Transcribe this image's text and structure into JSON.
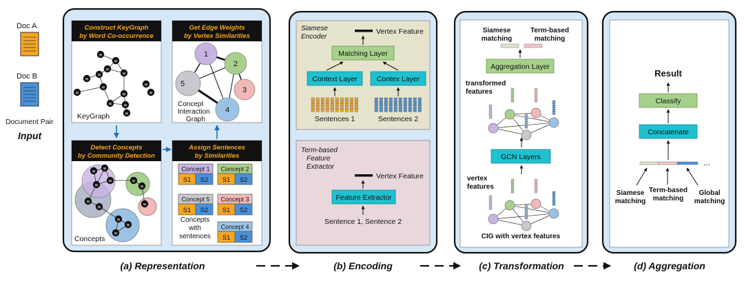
{
  "input": {
    "doc_a": "Doc A",
    "doc_b": "Doc B",
    "pair_label": "Document Pair",
    "title": "Input"
  },
  "representation": {
    "caption": "(a) Representation",
    "construct_header": [
      "Construct KeyGraph",
      "by Word Co-occurrence"
    ],
    "keygraph_label": "KeyGraph",
    "node_label": "w",
    "edge_header": [
      "Get Edge Weights",
      "by Vertex Similarities"
    ],
    "cig_label": [
      "Concept",
      "Interaction",
      "Graph"
    ],
    "cig_nodes": [
      "1",
      "2",
      "3",
      "4",
      "5"
    ],
    "detect_header": [
      "Detect Concepts",
      "by Community Detection"
    ],
    "concepts_label": "Concepts",
    "assign_header": [
      "Assign Sentences",
      "by Similarities"
    ],
    "concept_cards": [
      {
        "name": "Concept 1",
        "color": "#c9b3e3"
      },
      {
        "name": "Concept 2",
        "color": "#a8d08d"
      },
      {
        "name": "Concept 5",
        "color": "#c8c8d0"
      },
      {
        "name": "Concept 3",
        "color": "#f3b8b8"
      },
      {
        "name": "Concept 4",
        "color": "#9cc3e6"
      }
    ],
    "s1": "S1",
    "s2": "S2",
    "concepts_with_sentences": [
      "Concepts",
      "with",
      "sentences"
    ]
  },
  "encoding": {
    "caption": "(b) Encoding",
    "siamese_title": [
      "Siamese",
      "Encoder"
    ],
    "vertex_feature": "Vertex Feature",
    "matching_layer": "Matching Layer",
    "context_layer_1": "Context Layer",
    "context_layer_2": "Contex Layer",
    "sentences_1": "Sentences 1",
    "sentences_2": "Sentences 2",
    "term_title": [
      "Term-based",
      "Feature",
      "Extractor"
    ],
    "vertex_feature_2": "Vertex Feature",
    "feature_extractor": "Feature Extractor",
    "sentence_pair": "Sentence 1, Sentence 2"
  },
  "transformation": {
    "caption": "(c) Transformation",
    "siamese_matching": [
      "Siamese",
      "matching"
    ],
    "term_matching": [
      "Term-based",
      "matching"
    ],
    "aggregation_layer": "Aggregation Layer",
    "transformed_features": [
      "transformed",
      "features"
    ],
    "gcn_layers": "GCN Layers",
    "vertex_features": [
      "vertex",
      "features"
    ],
    "cig_caption": "CIG with vertex features"
  },
  "aggregation": {
    "caption": "(d) Aggregation",
    "result": "Result",
    "classify": "Classify",
    "concatenate": "Concatenate",
    "ellipsis": "...",
    "siamese": [
      "Siamese",
      "matching"
    ],
    "term": [
      "Term-based",
      "matching"
    ],
    "global": [
      "Global",
      "matching"
    ]
  },
  "colors": {
    "panel_bg": "#d6e8f7",
    "teal": "#1fc1cf",
    "green": "#a8d08d",
    "orange": "#f5a623",
    "blue": "#4a90d9",
    "dark": "#1a1a1a"
  }
}
